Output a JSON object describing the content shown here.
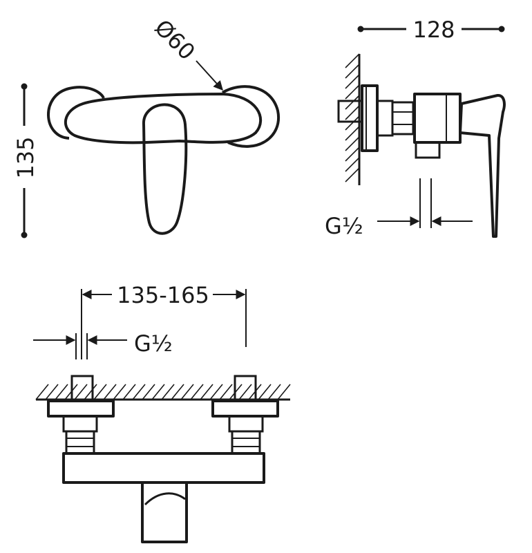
{
  "dimensions": {
    "diameter": "Ø60",
    "height": "135",
    "depth": "128",
    "thread_side": "G½",
    "spacing": "135-165",
    "thread_bottom": "G½"
  },
  "colors": {
    "line": "#1a1a1a",
    "background": "#ffffff"
  }
}
